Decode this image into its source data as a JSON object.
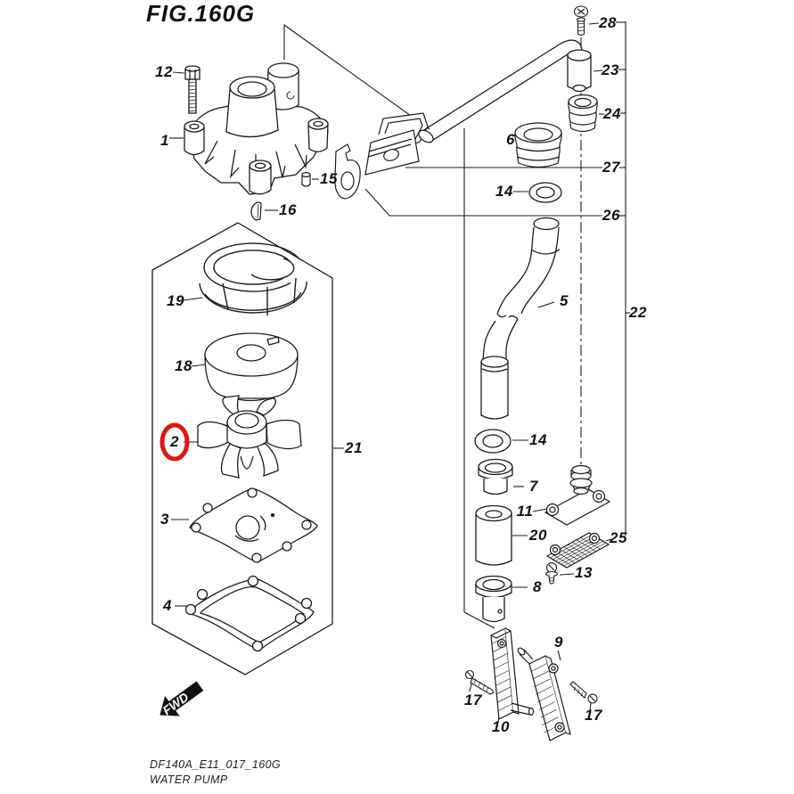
{
  "figure": {
    "title": "FIG.160G"
  },
  "footer": {
    "code": "DF140A_E11_017_160G",
    "name": "WATER PUMP"
  },
  "fwd_marker": {
    "label": "FWD"
  },
  "highlight": {
    "label": "2",
    "color": "#d91a1a"
  },
  "callouts": [
    {
      "label": "12"
    },
    {
      "label": "1"
    },
    {
      "label": "15"
    },
    {
      "label": "16"
    },
    {
      "label": "19"
    },
    {
      "label": "18"
    },
    {
      "label": "2"
    },
    {
      "label": "3"
    },
    {
      "label": "4"
    },
    {
      "label": "21"
    },
    {
      "label": "28"
    },
    {
      "label": "23"
    },
    {
      "label": "24"
    },
    {
      "label": "6"
    },
    {
      "label": "27"
    },
    {
      "label": "14"
    },
    {
      "label": "26"
    },
    {
      "label": "5"
    },
    {
      "label": "22"
    },
    {
      "label": "14"
    },
    {
      "label": "7"
    },
    {
      "label": "11"
    },
    {
      "label": "20"
    },
    {
      "label": "25"
    },
    {
      "label": "13"
    },
    {
      "label": "8"
    },
    {
      "label": "9"
    },
    {
      "label": "10"
    },
    {
      "label": "17"
    },
    {
      "label": "17"
    }
  ]
}
